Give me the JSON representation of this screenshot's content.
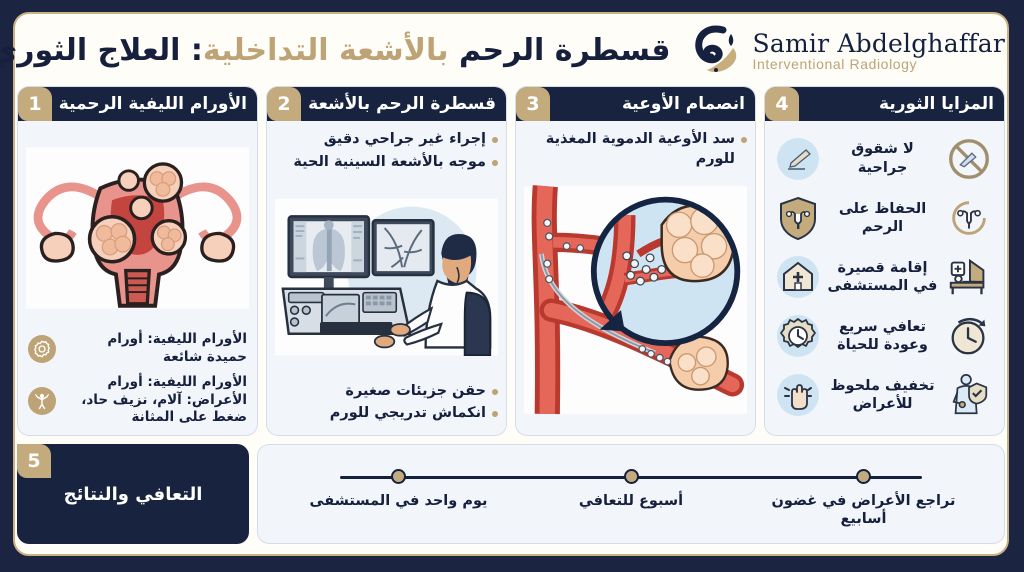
{
  "brand": {
    "name": "Samir Abdelghaffar",
    "subtitle": "Interventional Radiology",
    "logo_icon": "ribbon-logo-icon"
  },
  "title": {
    "part1": "قسطرة الرحم ",
    "highlight": "بالأشعة التداخلية",
    "part2": ": العلاج الثوري!"
  },
  "colors": {
    "navy": "#18243f",
    "gold": "#c3ab7e",
    "panel_bg": "#f2f6fb",
    "frame": "#c9b184",
    "page_bg": "#1b2440"
  },
  "panels": {
    "fibroids": {
      "number": "1",
      "title": "الأورام الليفية الرحمية",
      "illustration": "uterus-with-fibroids-illustration",
      "info": [
        {
          "icon": "gear-icon",
          "text": "الأورام الليفية: أورام حميدة شائعة"
        },
        {
          "icon": "person-symptoms-icon",
          "text": "الأورام الليفية: أورام الأعراض: آلام، نزيف حاد، ضغط على المثانة"
        }
      ]
    },
    "catheter": {
      "number": "2",
      "title": "قسطرة الرحم بالأشعة",
      "illustration": "doctor-angiography-suite-illustration",
      "bullets_top": [
        "إجراء غير جراحي دقيق",
        "موجه بالأشعة السينية الحية"
      ],
      "bullets_bottom": [
        "حقن جزيئات صغيرة",
        "انكماش تدريجي للورم"
      ]
    },
    "embolization": {
      "number": "3",
      "title": "انصمام الأوعية",
      "illustration": "artery-embolization-illustration",
      "bullets": [
        "سد الأوعية الدموية المغذية للورم"
      ]
    },
    "advantages": {
      "number": "4",
      "title": "المزايا الثورية",
      "items": [
        {
          "text": "لا شقوق جراحية",
          "left_icon": "no-scalpel-icon",
          "right_icon": "scalpel-circle-icon"
        },
        {
          "text": "الحفاظ على الرحم",
          "left_icon": "uterus-preserve-icon",
          "right_icon": "uterus-shield-icon"
        },
        {
          "text": "إقامة قصيرة في المستشفى",
          "left_icon": "hospital-bed-home-icon",
          "right_icon": "home-plus-circle-icon"
        },
        {
          "text": "تعافي سريع وعودة للحياة",
          "left_icon": "clock-arrow-icon",
          "right_icon": "gear-clock-circle-icon"
        },
        {
          "text": "تخفيف ملحوظ للأعراض",
          "left_icon": "patient-relief-icon",
          "right_icon": "raised-hand-circle-icon"
        }
      ]
    },
    "recovery": {
      "number": "5",
      "title": "التعافي والنتائج",
      "timeline": [
        {
          "label": "يوم واحد في المستشفى"
        },
        {
          "label": "أسبوع للتعافي"
        },
        {
          "label": "تراجع الأعراض في غضون أسابيع"
        }
      ]
    }
  }
}
